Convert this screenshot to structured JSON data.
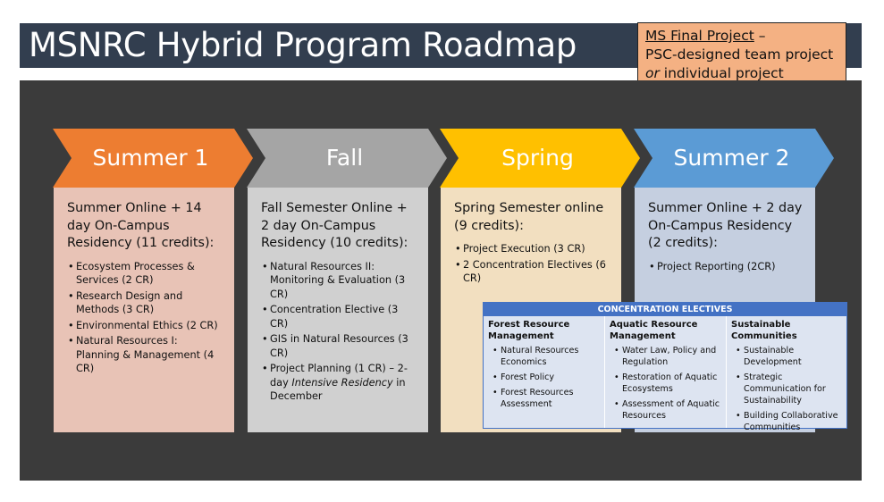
{
  "title": "MSNRC Hybrid Program Roadmap",
  "final_project": {
    "label": "MS Final Project",
    "dash": " –",
    "line2": "PSC-designed team project",
    "or_word": "or",
    "line3_rest": " individual project"
  },
  "colors": {
    "summer1": "#ed7d31",
    "fall": "#a5a5a5",
    "spring": "#ffc000",
    "summer2": "#5b9bd5",
    "summer1_bg": "#e8c3b6",
    "fall_bg": "#d0d0d0",
    "spring_bg": "#f2dfc0",
    "summer2_bg": "#c5cfe0"
  },
  "phases": [
    {
      "label": "Summer 1",
      "heading": "Summer Online + 14 day On-Campus Residency (11 credits):",
      "items": [
        "Ecosystem Processes & Services (2 CR)",
        "Research Design and Methods (3 CR)",
        "Environmental Ethics (2 CR)",
        "Natural Resources I: Planning & Management (4 CR)"
      ]
    },
    {
      "label": "Fall",
      "heading": "Fall Semester Online + 2 day On-Campus Residency (10 credits):",
      "items": [
        "Natural Resources II: Monitoring & Evaluation (3 CR)",
        "Concentration Elective (3 CR)",
        "GIS in Natural Resources (3 CR)"
      ],
      "last_item_pre": "Project Planning (1 CR) – 2-day ",
      "last_item_em": "Intensive Residency",
      "last_item_post": " in December"
    },
    {
      "label": "Spring",
      "heading": "Spring Semester online (9 credits):",
      "items": [
        "Project Execution (3 CR)",
        "2 Concentration Electives (6 CR)"
      ]
    },
    {
      "label": "Summer 2",
      "heading": "Summer Online + 2 day On-Campus Residency (2 credits):",
      "items": [
        "Project Reporting (2CR)"
      ]
    }
  ],
  "concentration": {
    "title": "CONCENTRATION ELECTIVES",
    "columns": [
      {
        "heading": "Forest Resource Management",
        "items": [
          "Natural Resources Economics",
          "Forest Policy",
          "Forest Resources Assessment"
        ]
      },
      {
        "heading": "Aquatic Resource Management",
        "items": [
          "Water Law, Policy and Regulation",
          "Restoration of Aquatic Ecosystems",
          "Assessment of Aquatic Resources"
        ]
      },
      {
        "heading": "Sustainable Communities",
        "items": [
          "Sustainable Development",
          "Strategic Communication for Sustainability",
          "Building Collaborative Communities"
        ]
      }
    ]
  }
}
